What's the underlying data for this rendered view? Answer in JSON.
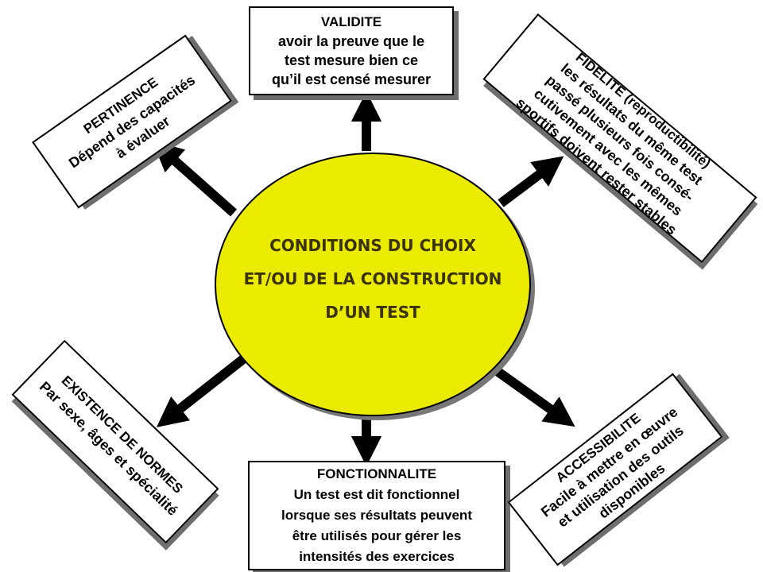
{
  "colors": {
    "ellipse_fill": "#ebeb00",
    "center_text": "#3a3200",
    "arrows": "#000000",
    "box_shadow": "#6e6e6e"
  },
  "center": {
    "line1": "CONDITIONS DU CHOIX",
    "line2": "ET/OU DE LA CONSTRUCTION",
    "line3": "D’UN TEST"
  },
  "validite": {
    "title": "VALIDITE",
    "lines": [
      "avoir la preuve que le",
      "test mesure bien ce",
      "qu’il est censé mesurer"
    ]
  },
  "pertinence": {
    "title": "PERTINENCE",
    "lines": [
      "Dépend des capacités",
      "à évaluer"
    ]
  },
  "fidelite": {
    "title": "FIDELITE (reproductibilité)",
    "lines": [
      "les résultats du même test",
      "passé plusieurs fois consé-",
      "cutivement avec les mêmes",
      "sportifs doivent rester stables"
    ]
  },
  "normes": {
    "title": "EXISTENCE DE NORMES",
    "lines": [
      "Par sexe, âges et spécialité"
    ]
  },
  "fonctionnalite": {
    "title": "FONCTIONNALITE",
    "lines": [
      "Un test est dit fonctionnel",
      "lorsque ses résultats peuvent",
      "être utilisés pour gérer les",
      "intensités des exercices"
    ]
  },
  "accessibilite": {
    "title": "ACCESSIBILITE",
    "lines": [
      "Facile à mettre en œuvre",
      "et utilisation des outils",
      "disponibles"
    ]
  }
}
